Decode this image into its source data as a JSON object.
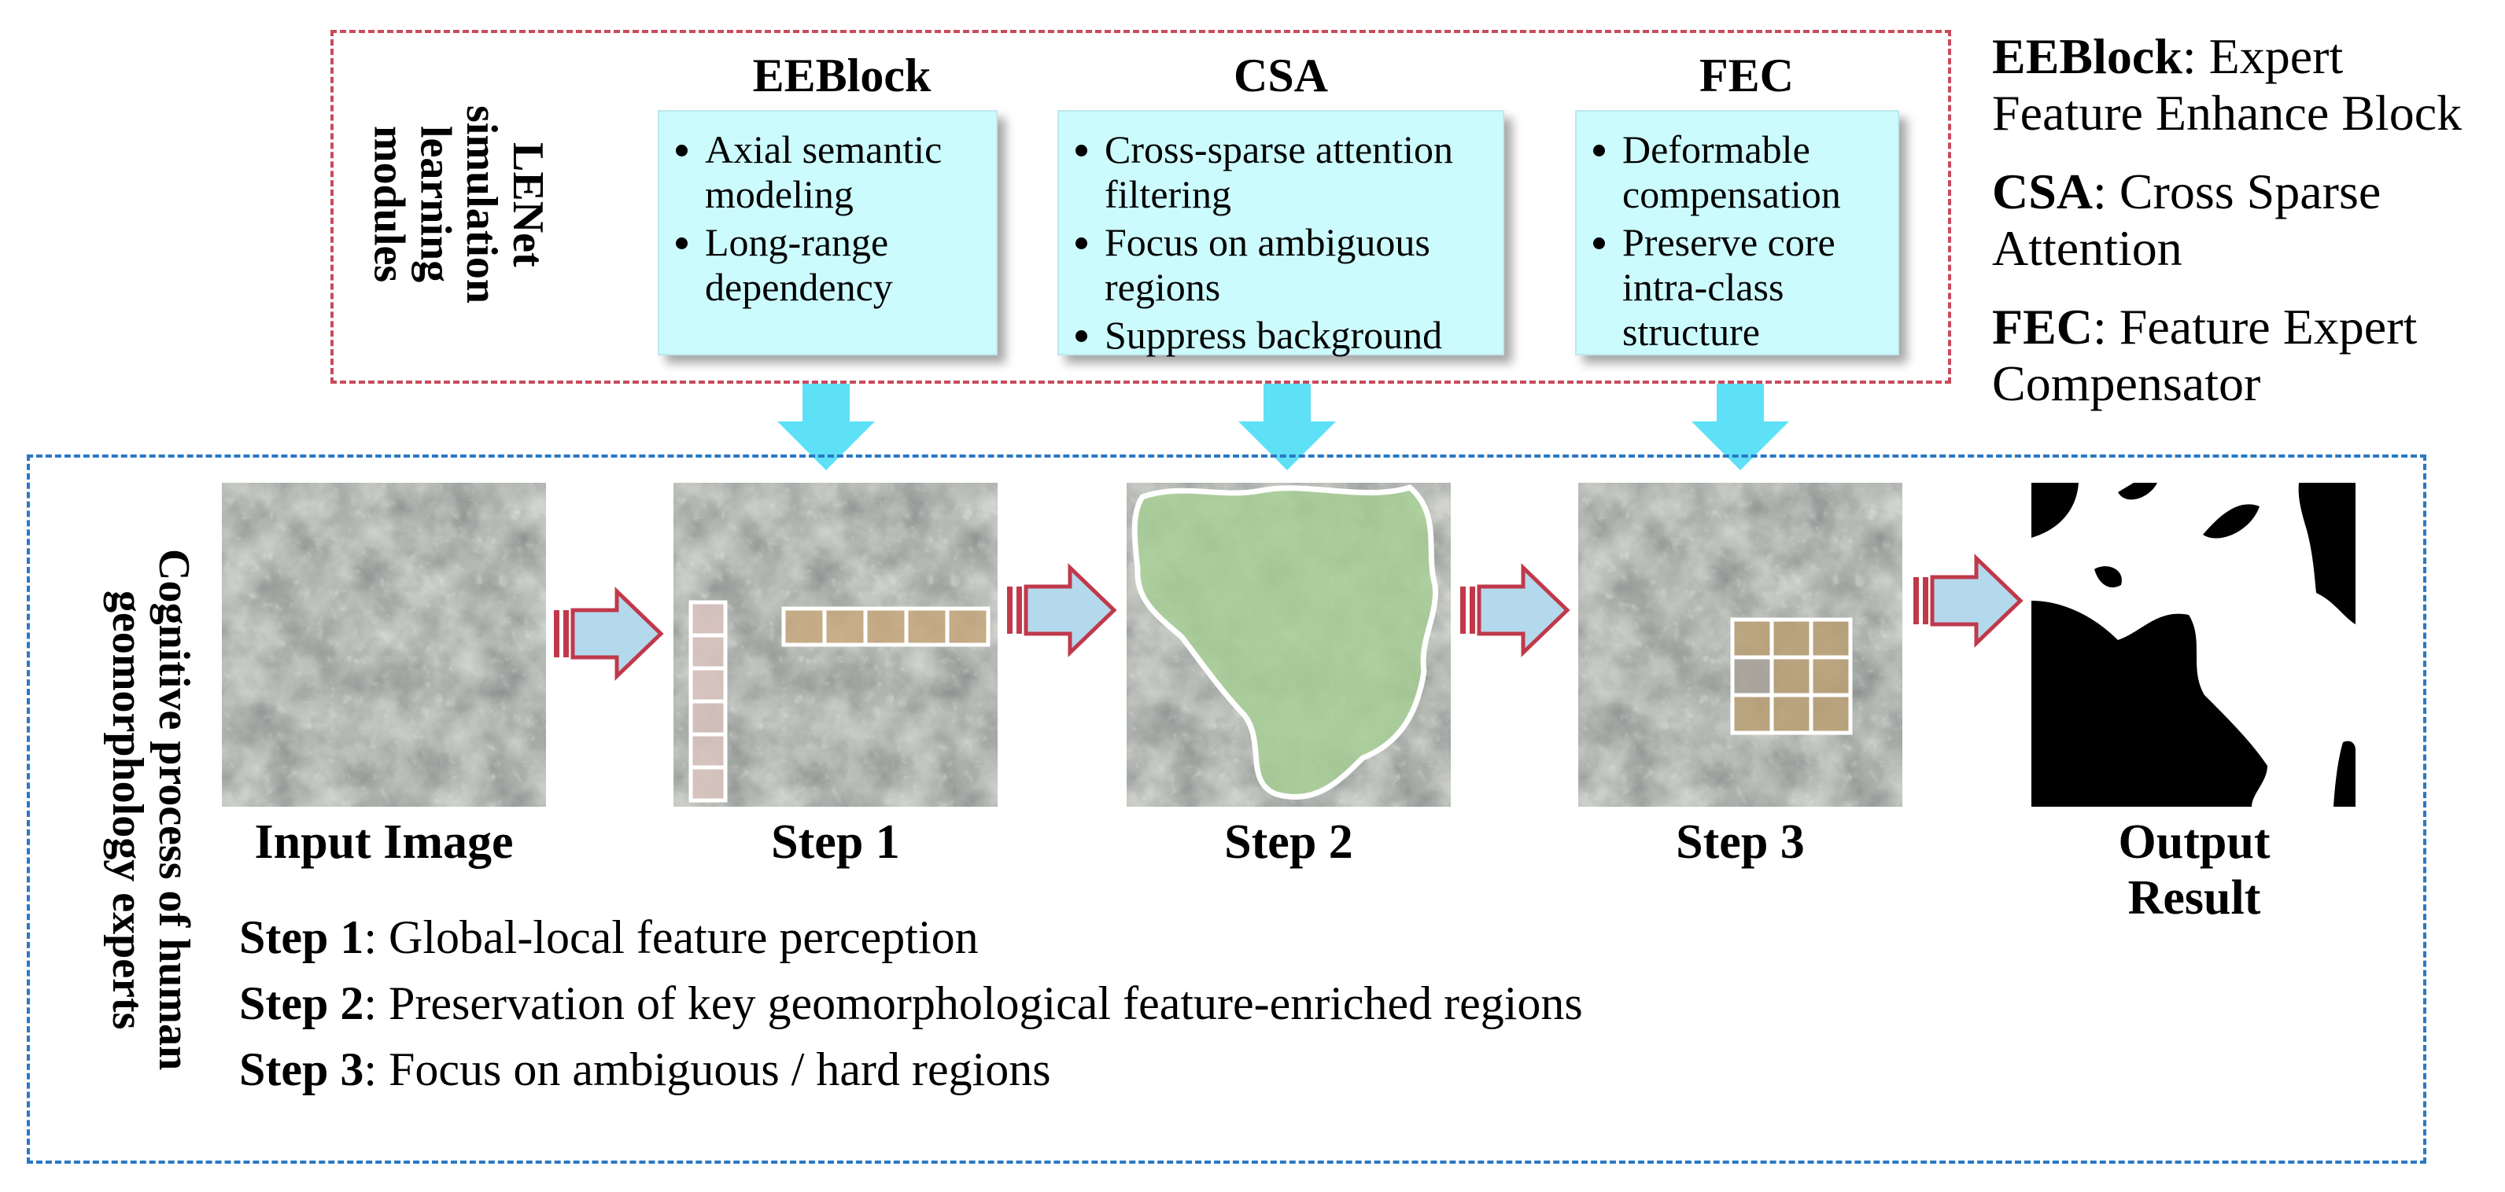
{
  "top_panel": {
    "side_label": "LENet simulation learning modules",
    "modules": [
      {
        "title": "EEBlock",
        "bullets": [
          "Axial semantic modeling",
          "Long-range dependency"
        ]
      },
      {
        "title": "CSA",
        "bullets": [
          "Cross-sparse attention filtering",
          "Focus on ambiguous regions",
          "Suppress background"
        ]
      },
      {
        "title": "FEC",
        "bullets": [
          "Deformable compensation",
          "Preserve core intra-class structure"
        ]
      }
    ]
  },
  "legend": [
    {
      "abbr": "EEBlock",
      "full": ": Expert Feature Enhance Block"
    },
    {
      "abbr": "CSA",
      "full": ": Cross Sparse Attention"
    },
    {
      "abbr": "FEC",
      "full": ": Feature Expert Compensator"
    }
  ],
  "bottom_panel": {
    "side_label": "Cognitive process of human geomorphology experts",
    "stages": [
      "Input Image",
      "Step 1",
      "Step 2",
      "Step 3",
      "Output Result"
    ],
    "steps": [
      {
        "name": "Step 1",
        "desc": ": Global-local feature perception"
      },
      {
        "name": "Step 2",
        "desc": ": Preservation of key geomorphological feature-enriched regions"
      },
      {
        "name": "Step 3",
        "desc": ": Focus on ambiguous / hard regions"
      }
    ]
  },
  "colors": {
    "top_border": "#c94a5c",
    "bottom_border": "#2a78c4",
    "card_fill": "#ccfbfe",
    "down_arrow": "#5ee0f7",
    "right_arrow_fill": "#b5d9ec",
    "right_arrow_border": "#c0394b",
    "step2_overlay": "#a7cf95"
  },
  "icons": [
    "down-arrow-icon",
    "right-arrow-icon"
  ]
}
